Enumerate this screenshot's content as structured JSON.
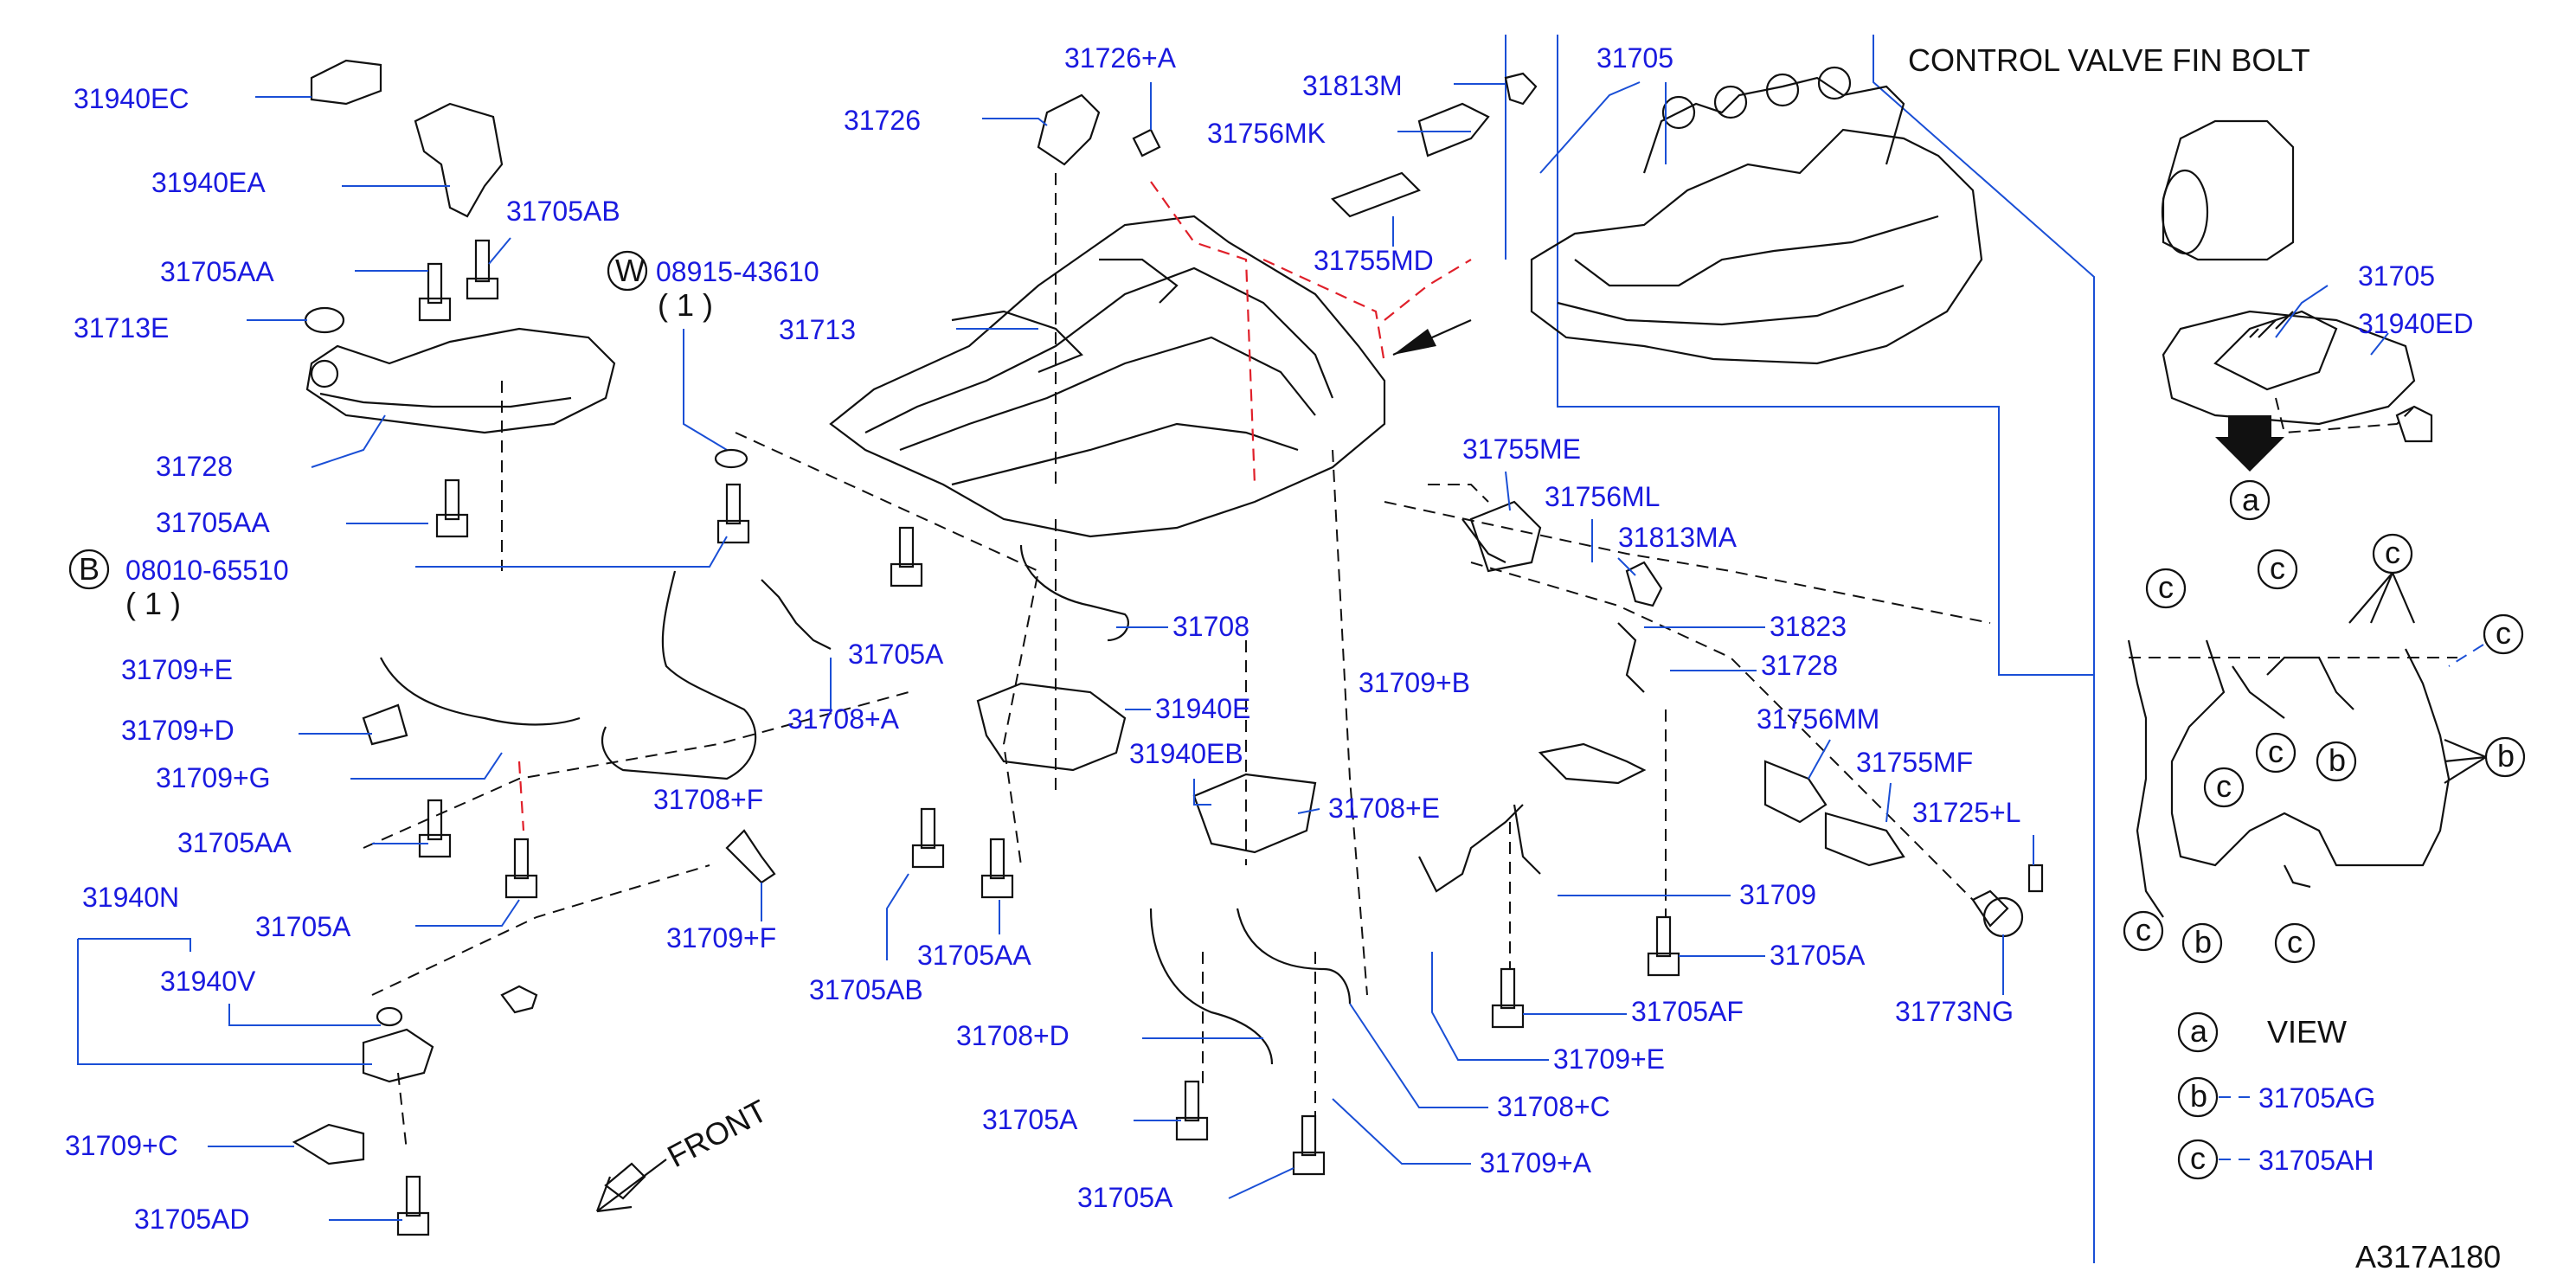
{
  "title": "CONTROL VALVE FIN BOLT",
  "figure_code": "A317A180",
  "front_label": "FRONT",
  "view_label": "VIEW",
  "callouts": {
    "W": {
      "letter": "W",
      "part": "08915-43610",
      "qty": "( 1 )"
    },
    "B": {
      "letter": "B",
      "part": "08010-65510",
      "qty": "( 1 )"
    }
  },
  "legend": [
    {
      "letter": "a",
      "text": "VIEW"
    },
    {
      "letter": "b",
      "text": "31705AG"
    },
    {
      "letter": "c",
      "text": "31705AH"
    }
  ],
  "parts": [
    "31940EC",
    "31940EA",
    "31705AB",
    "31705AA",
    "31713E",
    "31728",
    "31705AA",
    "31709+E",
    "31709+D",
    "31709+G",
    "31705AA",
    "31705A",
    "31940N",
    "31940V",
    "31709+C",
    "31705AD",
    "31708+A",
    "31708+F",
    "31709+F",
    "31726+A",
    "31726",
    "31713",
    "31813M",
    "31756MK",
    "31755MD",
    "31705",
    "31755ME",
    "31756ML",
    "31813MA",
    "31708",
    "31705A",
    "31940E",
    "31940EB",
    "31709+B",
    "31705AB",
    "31705AA",
    "31708+E",
    "31823",
    "31728",
    "31756MM",
    "31755MF",
    "31725+L",
    "31709",
    "31705A",
    "31705AF",
    "31773NG",
    "31709+E",
    "31708+D",
    "31708+C",
    "31705A",
    "31709+A",
    "31705A",
    "31705",
    "31940ED"
  ],
  "markers": {
    "a": "a",
    "b": "b",
    "c": "c"
  }
}
